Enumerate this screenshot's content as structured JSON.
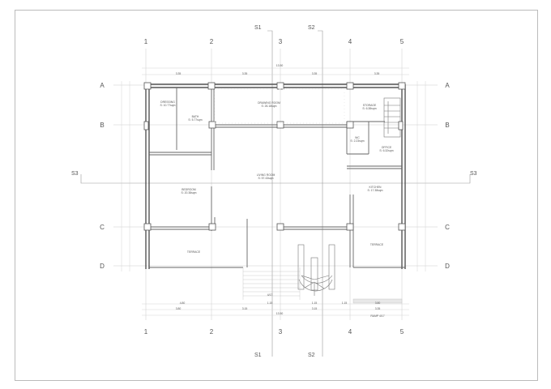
{
  "drawing": {
    "type": "floor-plan",
    "grid_columns": [
      "1",
      "2",
      "3",
      "4",
      "5"
    ],
    "grid_rows": [
      "A",
      "B",
      "C",
      "D"
    ],
    "sections": [
      {
        "label": "S1"
      },
      {
        "label": "S2"
      },
      {
        "label": "S3"
      }
    ],
    "overall_dims": {
      "top_total": "13.50",
      "top_bays": [
        "3.35",
        "3.35",
        "3.35",
        "3.35"
      ],
      "bottom_total": "13.50",
      "bottom_bays": [
        "3.80",
        "3.15",
        "3.15",
        "3.35"
      ],
      "bottom_detail": [
        "4.80",
        "1.15",
        "1.15",
        "1.15",
        "3.80"
      ],
      "ramp_label": "RAMP 4/17",
      "stair_label": "4/17"
    },
    "rooms": [
      {
        "id": "dressing",
        "name": "DRESSING",
        "area": "S: 10.77sqm"
      },
      {
        "id": "bath",
        "name": "BATH",
        "area": "S: 5.77sqm"
      },
      {
        "id": "drawing_room",
        "name": "DRAWING ROOM",
        "area": "S: 26.18sqm"
      },
      {
        "id": "storage",
        "name": "STORAGE",
        "area": "S: 6.38sqm"
      },
      {
        "id": "wc",
        "name": "WC",
        "area": "S: 2.23sqm"
      },
      {
        "id": "office",
        "name": "OFFICE",
        "area": "S: 6.32sqm"
      },
      {
        "id": "bedroom",
        "name": "BEDROOM",
        "area": "S: 20.38sqm"
      },
      {
        "id": "living_room",
        "name": "LIVING ROOM",
        "area": "S: 57.43sqm"
      },
      {
        "id": "kitchen",
        "name": "KITCHEN",
        "area": "S: 17.38sqm"
      },
      {
        "id": "terrace_left",
        "name": "TERRACE",
        "area": ""
      },
      {
        "id": "terrace_right",
        "name": "TERRACE",
        "area": ""
      }
    ]
  }
}
